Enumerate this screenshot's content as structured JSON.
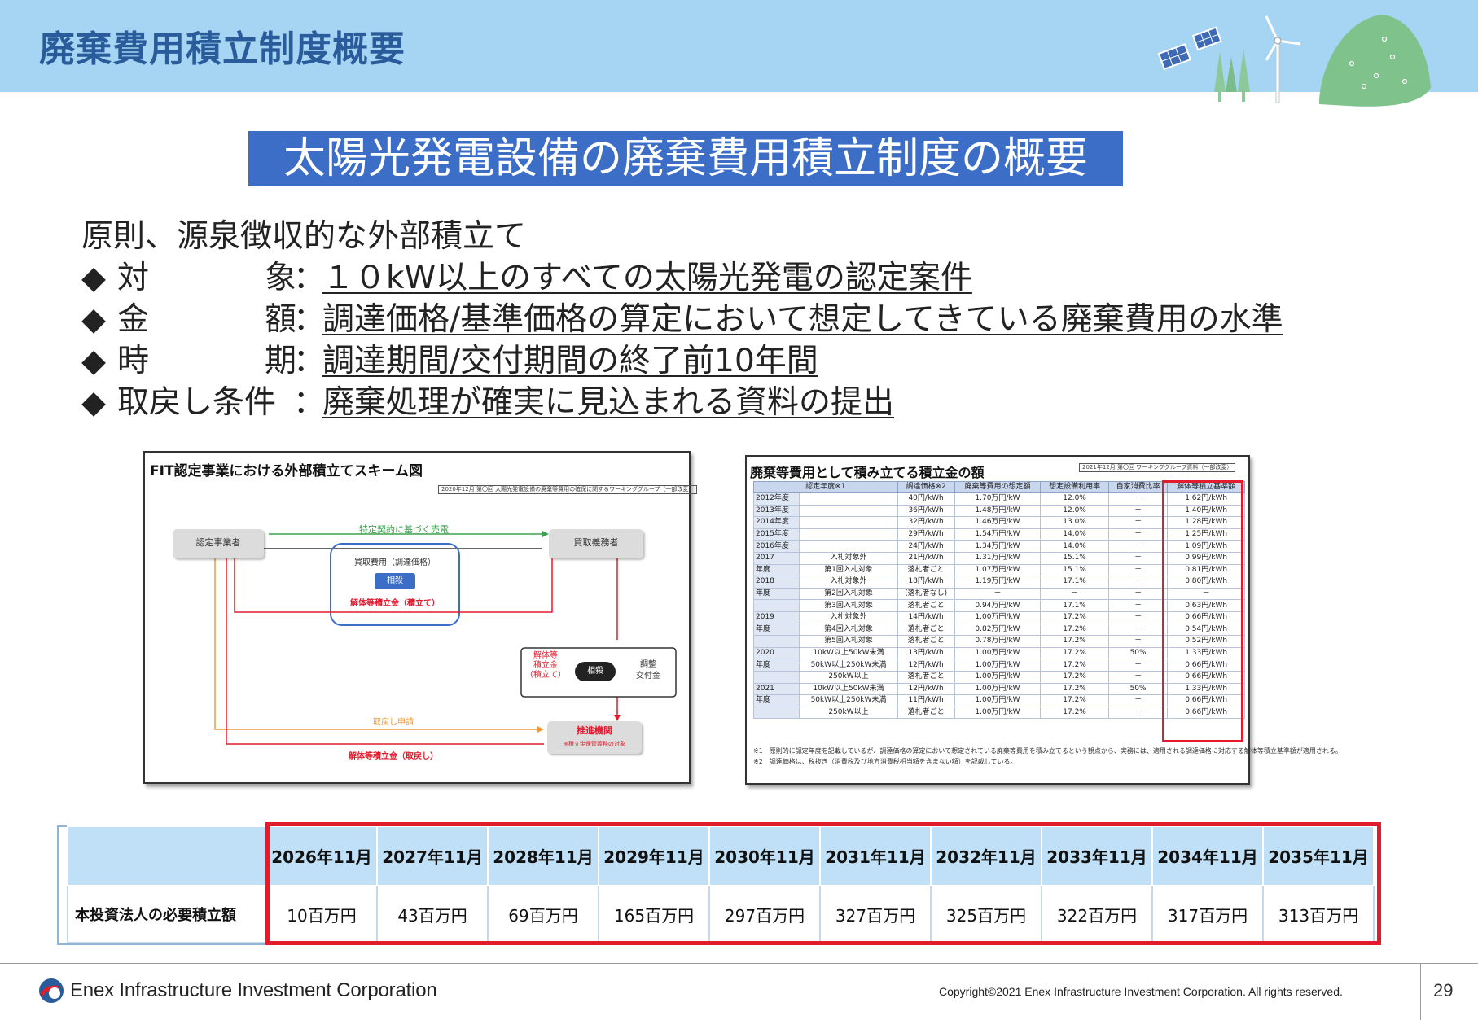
{
  "header": {
    "title": "廃棄費用積立制度概要"
  },
  "banner": {
    "text": "太陽光発電設備の廃棄費用積立制度の概要"
  },
  "principle": "原則、源泉徴収的な外部積立て",
  "bullets": [
    {
      "diamond": "◆",
      "label_chars": [
        "対",
        "象"
      ],
      "colon": "：",
      "value": "１０kW以上のすべての太陽光発電の認定案件"
    },
    {
      "diamond": "◆",
      "label_chars": [
        "金",
        "額"
      ],
      "colon": "：",
      "value": "調達価格/基準価格の算定において想定してきている廃棄費用の水準"
    },
    {
      "diamond": "◆",
      "label_chars": [
        "時",
        "期"
      ],
      "colon": "：",
      "value": "調達期間/交付期間の終了前10年間"
    },
    {
      "diamond": "◆",
      "label": "取戻し条件",
      "colon": "：",
      "value": "廃棄処理が確実に見込まれる資料の提出"
    }
  ],
  "figure_left": {
    "title": "FIT認定事業における外部積立てスキーム図",
    "note": "2020年12月 第〇回 太陽光発電設備の廃棄等費用の確保に関するワーキンググループ（一部改変）",
    "box_certified": "認定事業者",
    "box_buyer": "買取義務者",
    "arrow_contract": "特定契約に基づく売電",
    "flow_price": "買取費用（調達価格）",
    "offset": "相殺",
    "flow_reserve": "解体等積立金（積立て）",
    "side_reserve": [
      "解体等",
      "積立金",
      "（積立て）"
    ],
    "side_offset": "相殺",
    "side_adjust": [
      "調整",
      "交付金"
    ],
    "arrow_withdraw": "取戻し申請",
    "box_promoter": "推進機関",
    "box_promoter_sub": "※積立金保管義務の対象",
    "flow_return": "解体等積立金（取戻し）"
  },
  "figure_right": {
    "title": "廃棄等費用として積み立てる積立金の額",
    "note": "2021年12月 第〇回 ワーキンググループ資料（一部改変）",
    "headers": [
      "認定年度※1",
      "",
      "調達価格※2",
      "廃棄等費用の想定額",
      "想定設備利用率",
      "自家消費比率",
      "解体等積立基準額"
    ],
    "rows": [
      [
        "2012年度",
        "",
        "40円/kWh",
        "1.70万円/kW",
        "12.0%",
        "－",
        "1.62円/kWh"
      ],
      [
        "2013年度",
        "",
        "36円/kWh",
        "1.48万円/kW",
        "12.0%",
        "－",
        "1.40円/kWh"
      ],
      [
        "2014年度",
        "",
        "32円/kWh",
        "1.46万円/kW",
        "13.0%",
        "－",
        "1.28円/kWh"
      ],
      [
        "2015年度",
        "",
        "29円/kWh",
        "1.54万円/kW",
        "14.0%",
        "－",
        "1.25円/kWh"
      ],
      [
        "2016年度",
        "",
        "24円/kWh",
        "1.34万円/kW",
        "14.0%",
        "－",
        "1.09円/kWh"
      ],
      [
        "2017",
        "入札対象外",
        "21円/kWh",
        "1.31万円/kW",
        "15.1%",
        "－",
        "0.99円/kWh"
      ],
      [
        "年度",
        "第1回入札対象",
        "落札者ごと",
        "1.07万円/kW",
        "15.1%",
        "－",
        "0.81円/kWh"
      ],
      [
        "2018",
        "入札対象外",
        "18円/kWh",
        "1.19万円/kW",
        "17.1%",
        "－",
        "0.80円/kWh"
      ],
      [
        "年度",
        "第2回入札対象",
        "(落札者なし)",
        "－",
        "－",
        "－",
        "－"
      ],
      [
        "",
        "第3回入札対象",
        "落札者ごと",
        "0.94万円/kW",
        "17.1%",
        "－",
        "0.63円/kWh"
      ],
      [
        "2019",
        "入札対象外",
        "14円/kWh",
        "1.00万円/kW",
        "17.2%",
        "－",
        "0.66円/kWh"
      ],
      [
        "年度",
        "第4回入札対象",
        "落札者ごと",
        "0.82万円/kW",
        "17.2%",
        "－",
        "0.54円/kWh"
      ],
      [
        "",
        "第5回入札対象",
        "落札者ごと",
        "0.78万円/kW",
        "17.2%",
        "－",
        "0.52円/kWh"
      ],
      [
        "2020",
        "10kW以上50kW未満",
        "13円/kWh",
        "1.00万円/kW",
        "17.2%",
        "50%",
        "1.33円/kWh"
      ],
      [
        "年度",
        "50kW以上250kW未満",
        "12円/kWh",
        "1.00万円/kW",
        "17.2%",
        "－",
        "0.66円/kWh"
      ],
      [
        "",
        "250kW以上",
        "落札者ごと",
        "1.00万円/kW",
        "17.2%",
        "－",
        "0.66円/kWh"
      ],
      [
        "2021",
        "10kW以上50kW未満",
        "12円/kWh",
        "1.00万円/kW",
        "17.2%",
        "50%",
        "1.33円/kWh"
      ],
      [
        "年度",
        "50kW以上250kW未満",
        "11円/kWh",
        "1.00万円/kW",
        "17.2%",
        "－",
        "0.66円/kWh"
      ],
      [
        "",
        "250kW以上",
        "落札者ごと",
        "1.00万円/kW",
        "17.2%",
        "－",
        "0.66円/kWh"
      ]
    ],
    "footnote1": "※1　原則的に認定年度を記載しているが、調達価格の算定において想定されている廃棄等費用を積み立てるという観点から、実務には、適用される調達価格に対応する解体等積立基準額が適用される。",
    "footnote2": "※2　調達価格は、税抜き（消費税及び地方消費税相当額を含まない額）を記載している。"
  },
  "table": {
    "row_label": "本投資法人の必要積立額",
    "years": [
      "2026年11月",
      "2027年11月",
      "2028年11月",
      "2029年11月",
      "2030年11月",
      "2031年11月",
      "2032年11月",
      "2033年11月",
      "2034年11月",
      "2035年11月"
    ],
    "amounts": [
      "10百万円",
      "43百万円",
      "69百万円",
      "165百万円",
      "297百万円",
      "327百万円",
      "325百万円",
      "322百万円",
      "317百万円",
      "313百万円"
    ]
  },
  "footer": {
    "company": "Enex Infrastructure Investment Corporation",
    "copyright": "Copyright©2021 Enex Infrastructure Investment Corporation. All rights reserved.",
    "page": "29"
  },
  "colors": {
    "header_bg": "#a6d5f3",
    "title": "#2a5c9b",
    "banner_bg": "#3c6ec8",
    "highlight": "#e21b2d"
  }
}
